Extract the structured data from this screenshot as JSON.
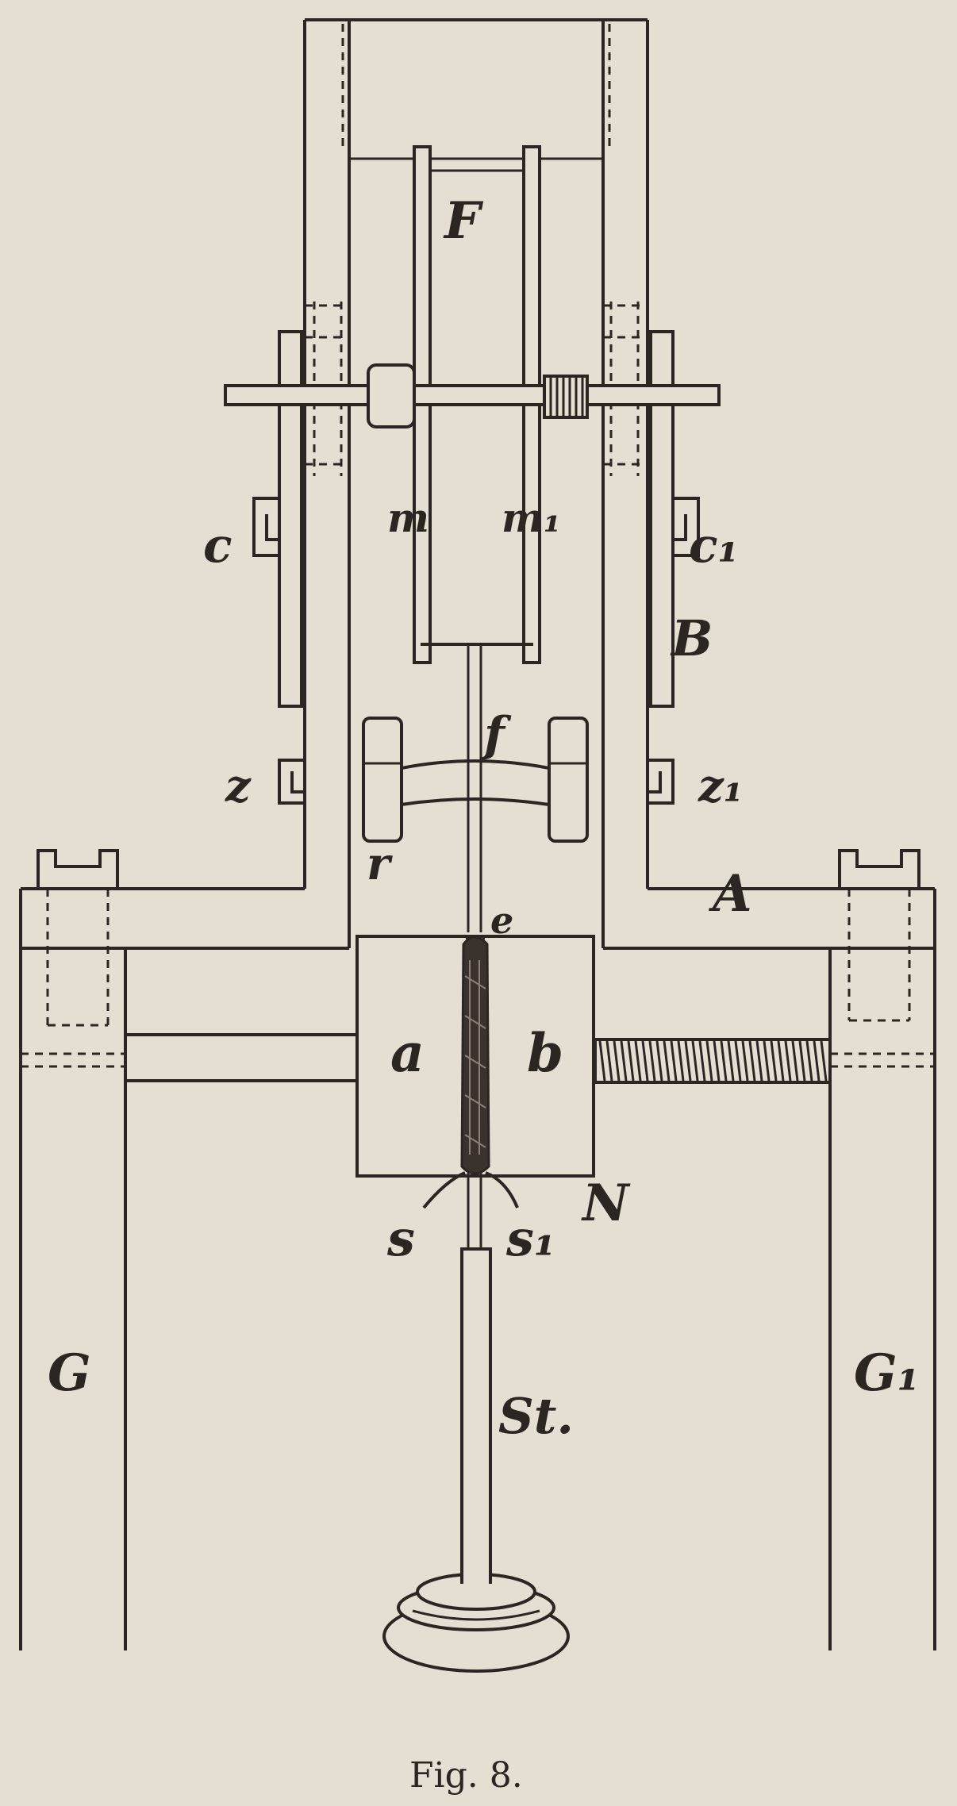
{
  "figure": {
    "caption": "Fig. 8.",
    "labels": {
      "F": "F",
      "c": "c",
      "c1": "c₁",
      "m": "m",
      "m1": "m₁",
      "B": "B",
      "f": "f",
      "z": "z",
      "z1": "z₁",
      "r": "r",
      "A": "A",
      "e": "e",
      "a": "a",
      "b": "b",
      "N": "N",
      "s": "s",
      "s1": "s₁",
      "G": "G",
      "G1": "G₁",
      "St": "St."
    }
  }
}
